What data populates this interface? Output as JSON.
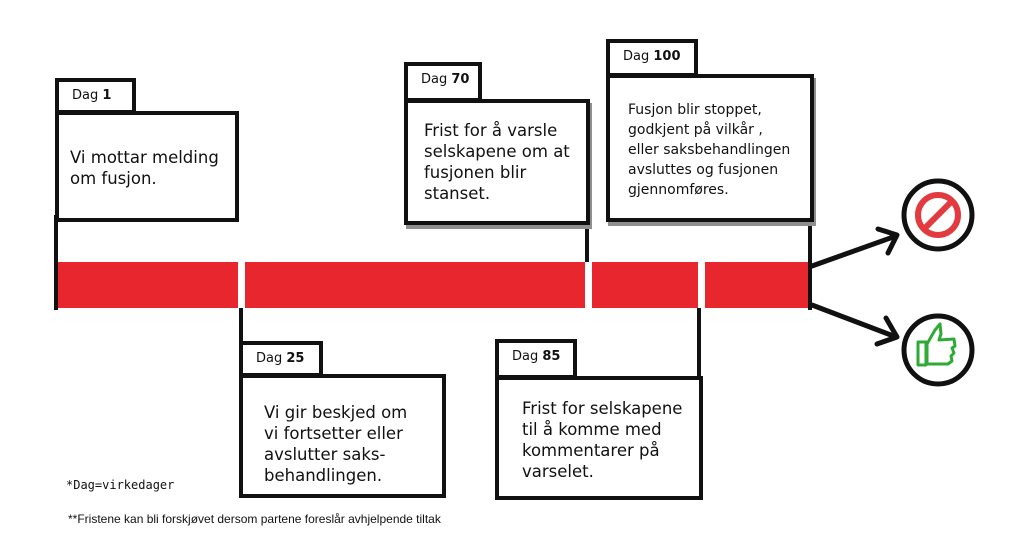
{
  "milestones": [
    {
      "prefix": "Dag",
      "day": "1",
      "text": "Vi mottar melding\nom fusjon."
    },
    {
      "prefix": "Dag",
      "day": "25",
      "text": "Vi gir beskjed om\nvi fortsetter eller\navslutter saks-\nbehandlingen."
    },
    {
      "prefix": "Dag",
      "day": "70",
      "text": "Frist for å varsle\nselskapene om at\nfusjonen blir\nstanset."
    },
    {
      "prefix": "Dag",
      "day": "85",
      "text": "Frist for selskapene\ntil å komme med\nkommentarer på\nvarselet."
    },
    {
      "prefix": "Dag",
      "day": "100",
      "text": "Fusjon blir stoppet,\ngodkjent på vilkår ,\neller saksbehandlingen\navsluttes og fusjonen\ngjennomføres."
    }
  ],
  "outcomes": [
    {
      "icon": "prohibited-icon"
    },
    {
      "icon": "thumbs-up-icon"
    }
  ],
  "footnotes": {
    "days": "*Dag=virkedager",
    "deadlines": "**Fristene kan bli forskjøvet dersom partene foreslår avhjelpende tiltak"
  },
  "colors": {
    "timeline": "#e8262e",
    "outline": "#111111",
    "prohibited": "#e23a3f",
    "approved": "#2faa36"
  }
}
